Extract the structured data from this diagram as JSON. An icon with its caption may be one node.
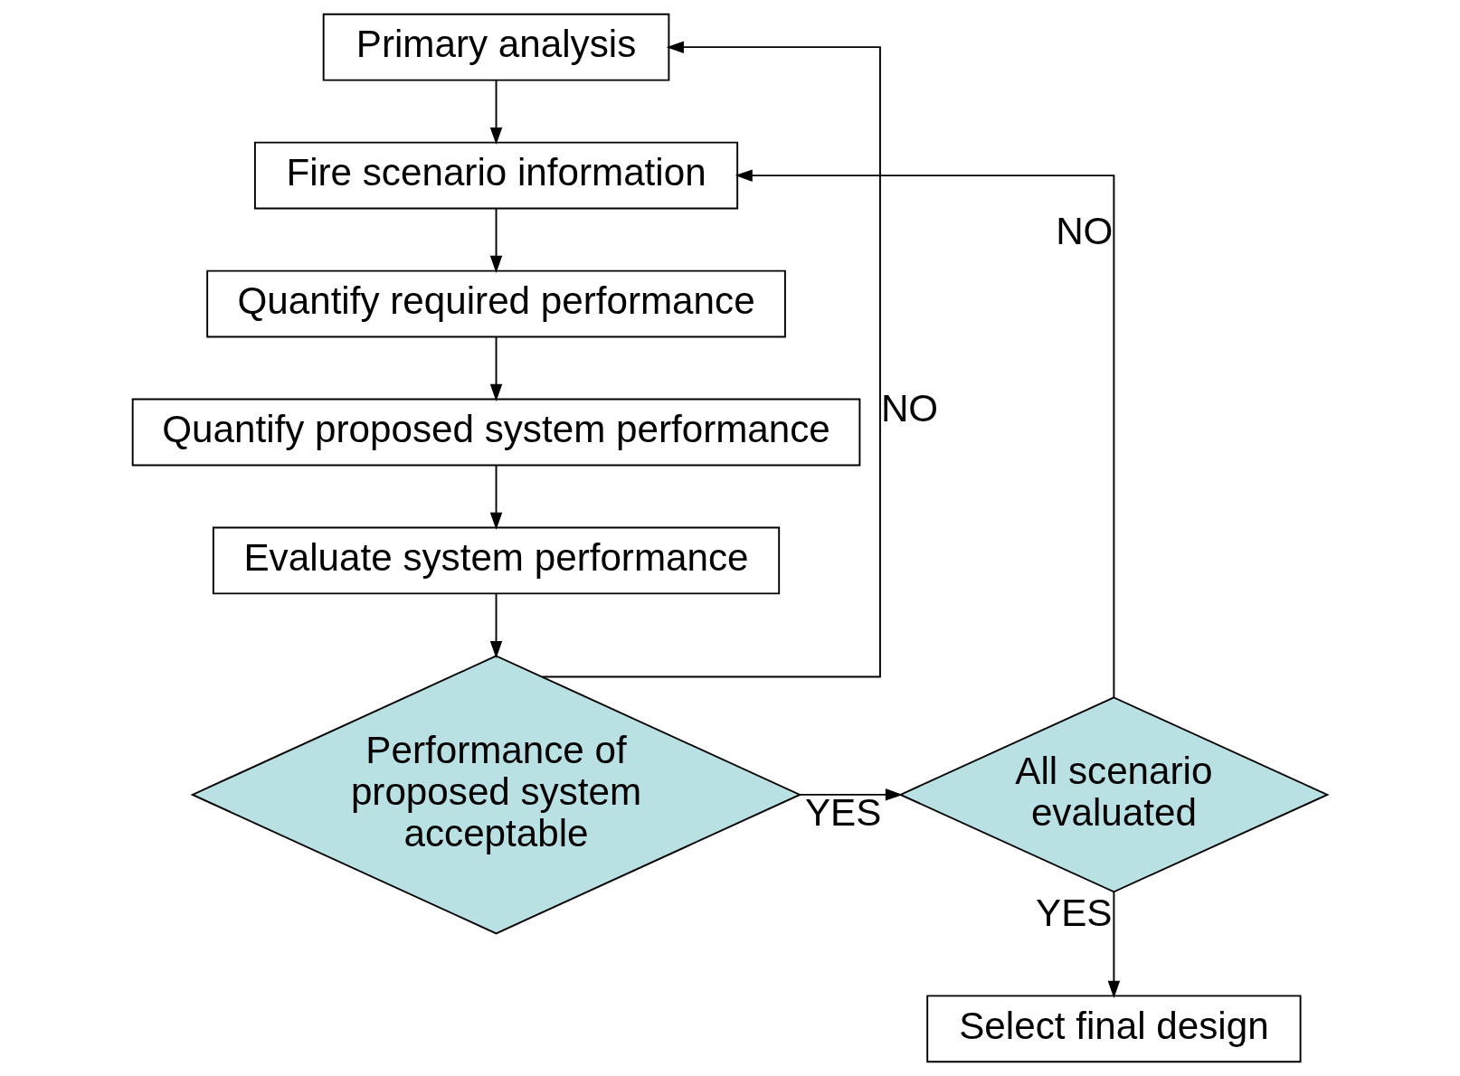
{
  "diagram": {
    "nodes": [
      {
        "text": [
          "Primary analysis"
        ]
      },
      {
        "text": [
          "Fire scenario information"
        ]
      },
      {
        "text": [
          "Quantify required performance"
        ]
      },
      {
        "text": [
          "Quantify proposed system performance"
        ]
      },
      {
        "text": [
          "Evaluate system performance"
        ]
      },
      {
        "text": [
          "Performance of proposed system acceptable"
        ]
      },
      {
        "text": [
          "All scenario evaluated"
        ]
      },
      {
        "text": [
          "Select final design"
        ]
      }
    ],
    "edges": [
      {
        "from": 0,
        "to": 1,
        "arrow": "to"
      },
      {
        "from": 1,
        "to": 2,
        "arrow": "to"
      },
      {
        "from": 2,
        "to": 3,
        "arrow": "to"
      },
      {
        "from": 3,
        "to": 4,
        "arrow": "to"
      },
      {
        "from": 4,
        "to": 5,
        "arrow": "to"
      },
      {
        "from": 5,
        "to": 6,
        "arrow": "to",
        "label": "YES"
      },
      {
        "from": 5,
        "to": 0,
        "arrow": "to",
        "label": "NO"
      },
      {
        "from": 6,
        "to": 1,
        "arrow": "to",
        "label": "NO"
      },
      {
        "from": 6,
        "to": 7,
        "arrow": "to",
        "label": "YES"
      }
    ]
  }
}
